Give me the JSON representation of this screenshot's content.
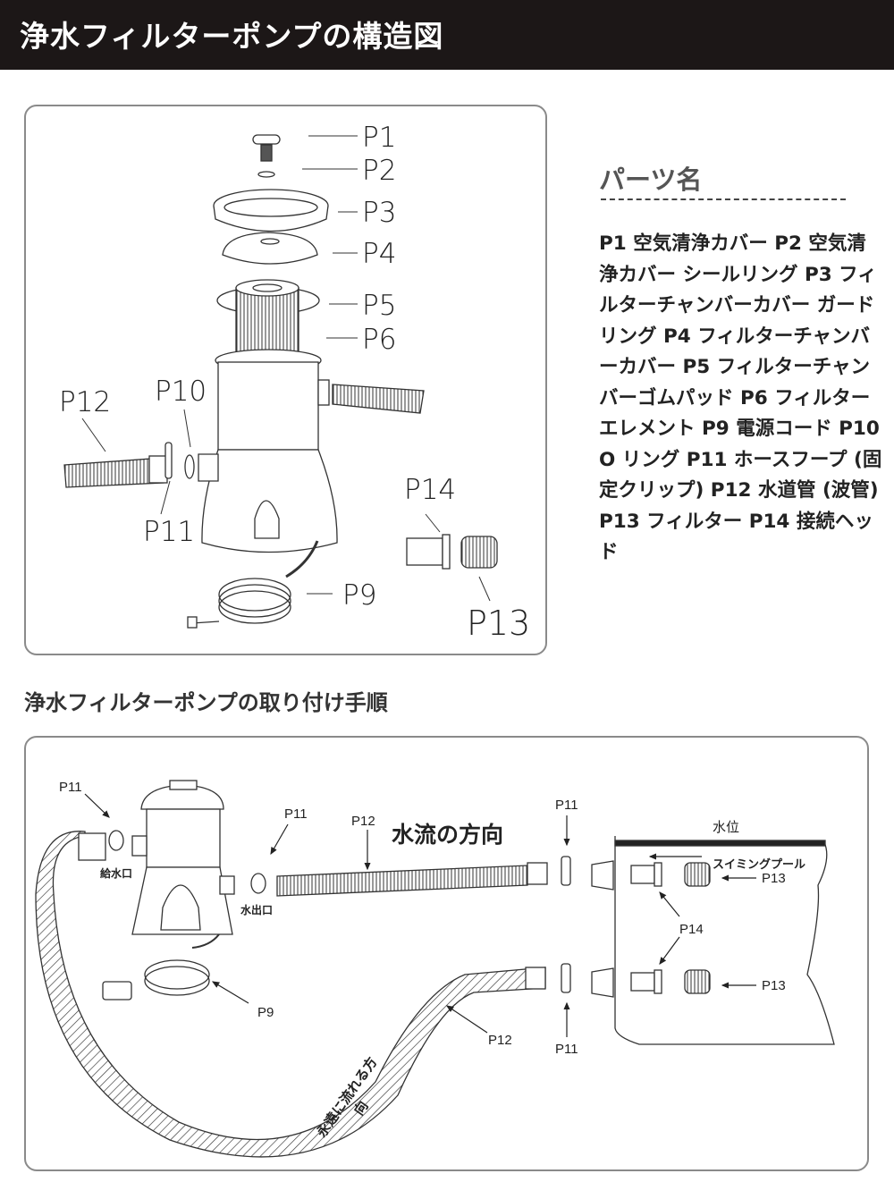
{
  "header": {
    "title": "浄水フィルターポンプの構造図"
  },
  "colors": {
    "header_bg": "#1c1717",
    "header_text": "#ffffff",
    "panel_border": "#8a8a8a"
  },
  "exploded_diagram": {
    "labels": {
      "p1": "P1",
      "p2": "P2",
      "p3": "P3",
      "p4": "P4",
      "p5": "P5",
      "p6": "P6",
      "p9": "P9",
      "p10": "P10",
      "p11": "P11",
      "p12": "P12",
      "p13": "P13",
      "p14": "P14"
    }
  },
  "parts_list": {
    "title": "パーツ名",
    "body": "P1 空気清浄カバー P2 空気清浄カバー シールリング P3 フィルターチャンバーカバー ガードリング P4 フィルターチャンバーカバー P5 フィルターチャンバーゴムパッド P6 フィルターエレメント P9 電源コード P10O リング P11 ホースフープ (固定クリップ) P12 水道管 (波管) P13 フィルター P14 接続ヘッド"
  },
  "installation": {
    "title": "浄水フィルターポンプの取り付け手順",
    "labels": {
      "p11_inlet": "P11",
      "p11_outlet": "P11",
      "p11_top": "P11",
      "p11_bottom": "P11",
      "p12_top": "P12",
      "p12_bottom": "P12",
      "p9": "P9",
      "p13_top": "P13",
      "p13_bottom": "P13",
      "p14": "P14",
      "inlet": "給水口",
      "outlet": "水出口",
      "flow_direction": "水流の方向",
      "water_level": "水位",
      "pool": "スイミングプール",
      "flow_forever_line1": "永遠に流れる方",
      "flow_forever_line2": "向"
    }
  }
}
